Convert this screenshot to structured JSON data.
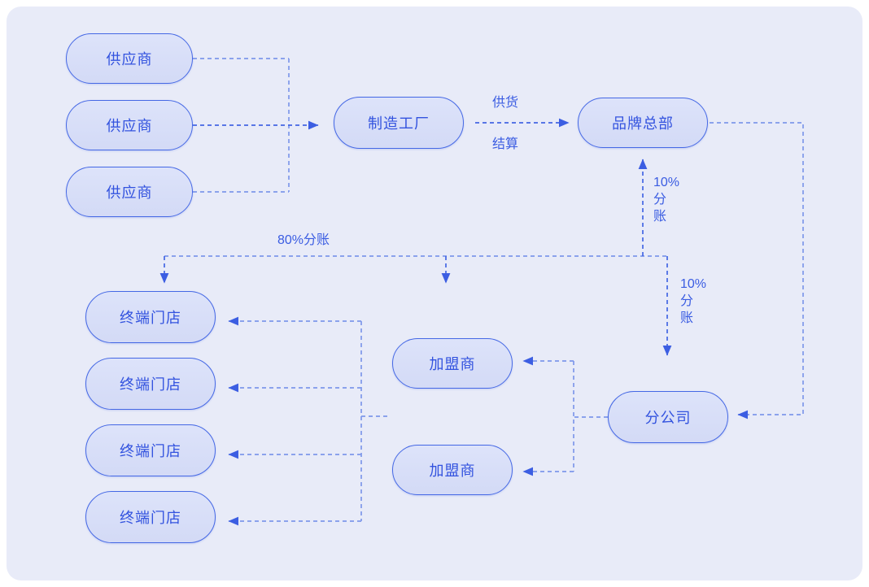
{
  "colors": {
    "page-bg": "#ffffff",
    "panel-bg": "#e8ebf8",
    "node-fill-top": "#dde3fa",
    "node-fill-bottom": "#d3daf6",
    "node-border": "#4568e5",
    "node-text": "#3353df",
    "label-text": "#3a5ce2",
    "line-light": "#7e98ea",
    "line-dark": "#4466e4",
    "arrow": "#3c5ee2"
  },
  "diagram": {
    "suppliers": [
      {
        "label": "供应商"
      },
      {
        "label": "供应商"
      },
      {
        "label": "供应商"
      }
    ],
    "factory": {
      "label": "制造工厂"
    },
    "brand_hq": {
      "label": "品牌总部"
    },
    "stores": [
      {
        "label": "终端门店"
      },
      {
        "label": "终端门店"
      },
      {
        "label": "终端门店"
      },
      {
        "label": "终端门店"
      }
    ],
    "franchisees": [
      {
        "label": "加盟商"
      },
      {
        "label": "加盟商"
      }
    ],
    "branch_company": {
      "label": "分公司"
    },
    "edge_labels": {
      "supply": "供货",
      "settlement": "结算",
      "split_80": "80%分账",
      "split_10_to_hq": [
        "10%",
        "分",
        "账"
      ],
      "split_10_to_branch": [
        "10%",
        "分",
        "账"
      ]
    }
  }
}
